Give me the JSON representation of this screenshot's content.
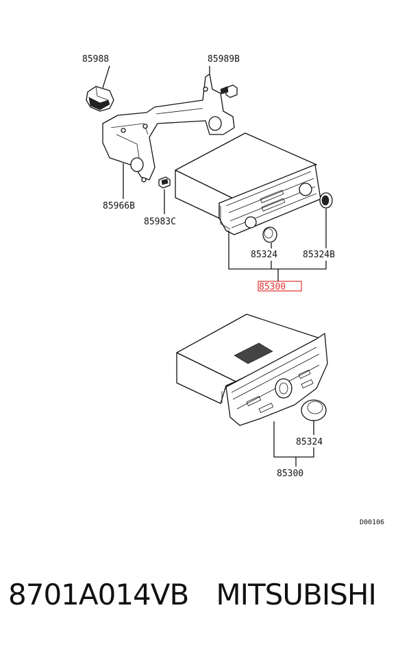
{
  "labels": {
    "p85988": "85988",
    "p85989b": "85989B",
    "p85966b": "85966B",
    "p85983c": "85983C",
    "p85324_top": "85324",
    "p85324b": "85324B",
    "p85300_top": "85300",
    "p85324_bottom": "85324",
    "p85300_bottom": "85300",
    "diagram_code": "D00106"
  },
  "caption": {
    "part_number": "8701A014VB",
    "brand": "MITSUBISHI"
  },
  "colors": {
    "highlight": "#e03030",
    "line": "#111111"
  }
}
